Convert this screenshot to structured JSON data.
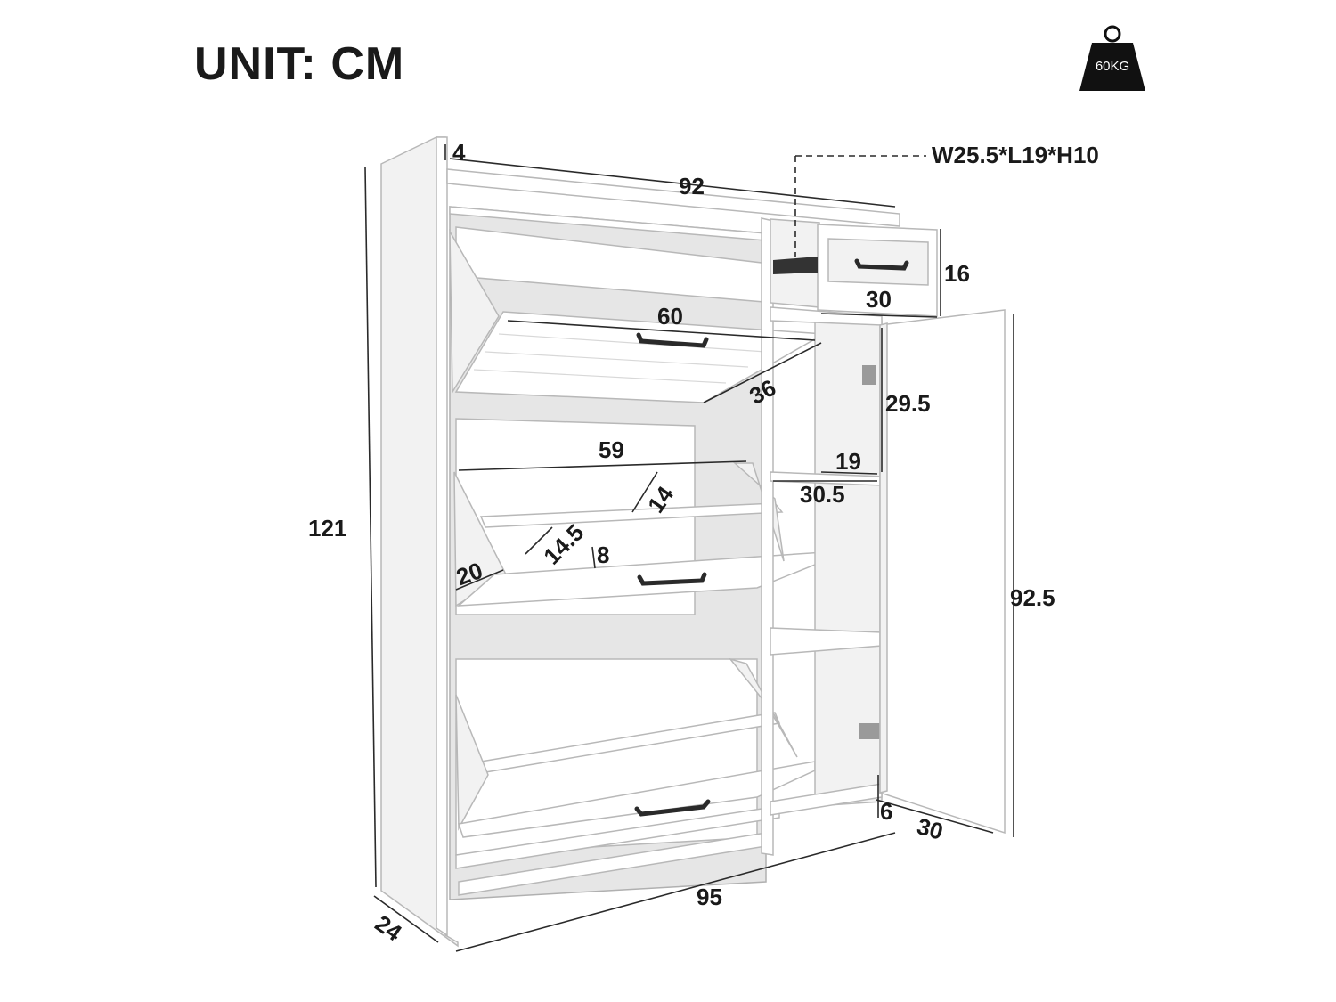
{
  "header": {
    "unit_label": "UNIT: CM",
    "weight_badge": {
      "icon": "weight-icon",
      "label": "60KG",
      "color": "#111111"
    }
  },
  "drawer": {
    "size_label": "W25.5*L19*H10"
  },
  "dimensions": {
    "top_thickness": "4",
    "inner_width": "92",
    "drawer_height": "16",
    "drawer_width": "30",
    "flap_width_top": "60",
    "flap_depth_top": "36",
    "compartment_height": "29.5",
    "shelf_depth": "19",
    "shelf_width": "30.5",
    "flap_width_mid": "59",
    "flap_depth_mid": "14",
    "flap_inner_depth": "14.5",
    "flap_lip": "8",
    "flap_side": "20",
    "total_height": "121",
    "door_height": "92.5",
    "base_height": "6",
    "door_depth": "30",
    "total_width": "95",
    "total_depth": "24"
  }
}
